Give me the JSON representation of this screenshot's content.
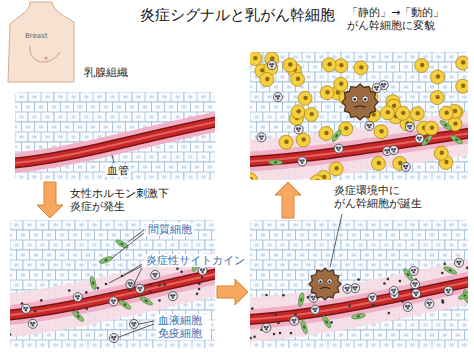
{
  "diagram": {
    "title": "炎症シグナルと乳がん幹細胞",
    "nodes": [
      {
        "text": [
          "乳腺組織",
          "血管"
        ]
      },
      {
        "text": [
          "間質細胞",
          "炎症性サイトカイン",
          "血液細胞 免疫細胞"
        ]
      },
      {
        "text": [
          "炎症環境中に がん幹細胞が誕生"
        ]
      },
      {
        "text": [
          "「静的」→「動的」 がん幹細胞に変貌"
        ]
      }
    ],
    "edges": [
      {
        "from": 0,
        "to": 1,
        "arrow": "to",
        "label": "女性ホルモン刺激下 炎症が発生"
      },
      {
        "from": 1,
        "to": 2,
        "arrow": "to"
      },
      {
        "from": 2,
        "to": 3,
        "arrow": "to"
      }
    ],
    "labels": [
      "Breast"
    ]
  }
}
